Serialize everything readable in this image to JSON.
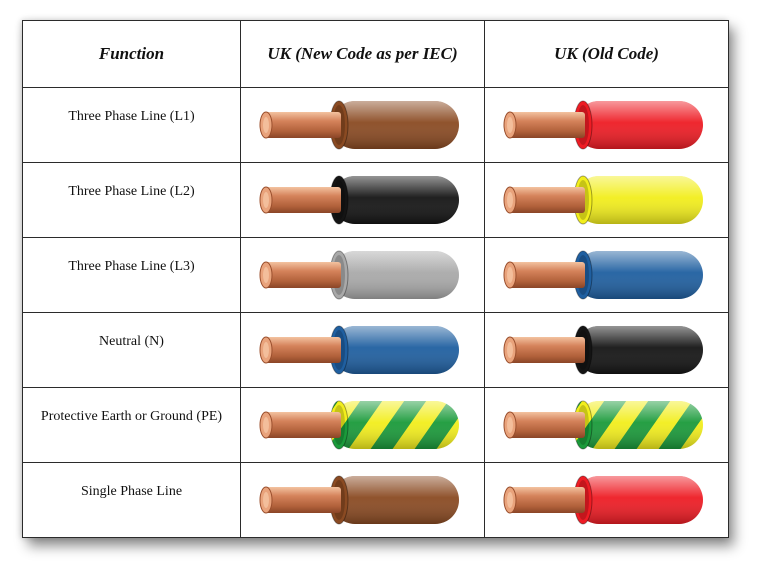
{
  "table": {
    "headers": [
      "Function",
      "UK (New Code as per IEC)",
      "UK (Old Code)"
    ],
    "rows": [
      {
        "function": "Three Phase Line (L1)",
        "new_code": "brown",
        "old_code": "red"
      },
      {
        "function": "Three Phase Line (L2)",
        "new_code": "black",
        "old_code": "yellow"
      },
      {
        "function": "Three Phase Line (L3)",
        "new_code": "grey",
        "old_code": "blue"
      },
      {
        "function": "Neutral (N)",
        "new_code": "blue",
        "old_code": "black"
      },
      {
        "function": "Protective Earth or Ground (PE)",
        "new_code": "green-yellow",
        "old_code": "green-yellow"
      },
      {
        "function": "Single Phase Line",
        "new_code": "brown",
        "old_code": "red"
      }
    ]
  },
  "colors": {
    "brown": "#8a4a22",
    "black": "#141414",
    "grey": "#a9a9a9",
    "blue": "#1f5fa0",
    "red": "#ee1c24",
    "yellow": "#f2ee1c",
    "green": "#1a9a3a",
    "copper": "#d4825a"
  }
}
